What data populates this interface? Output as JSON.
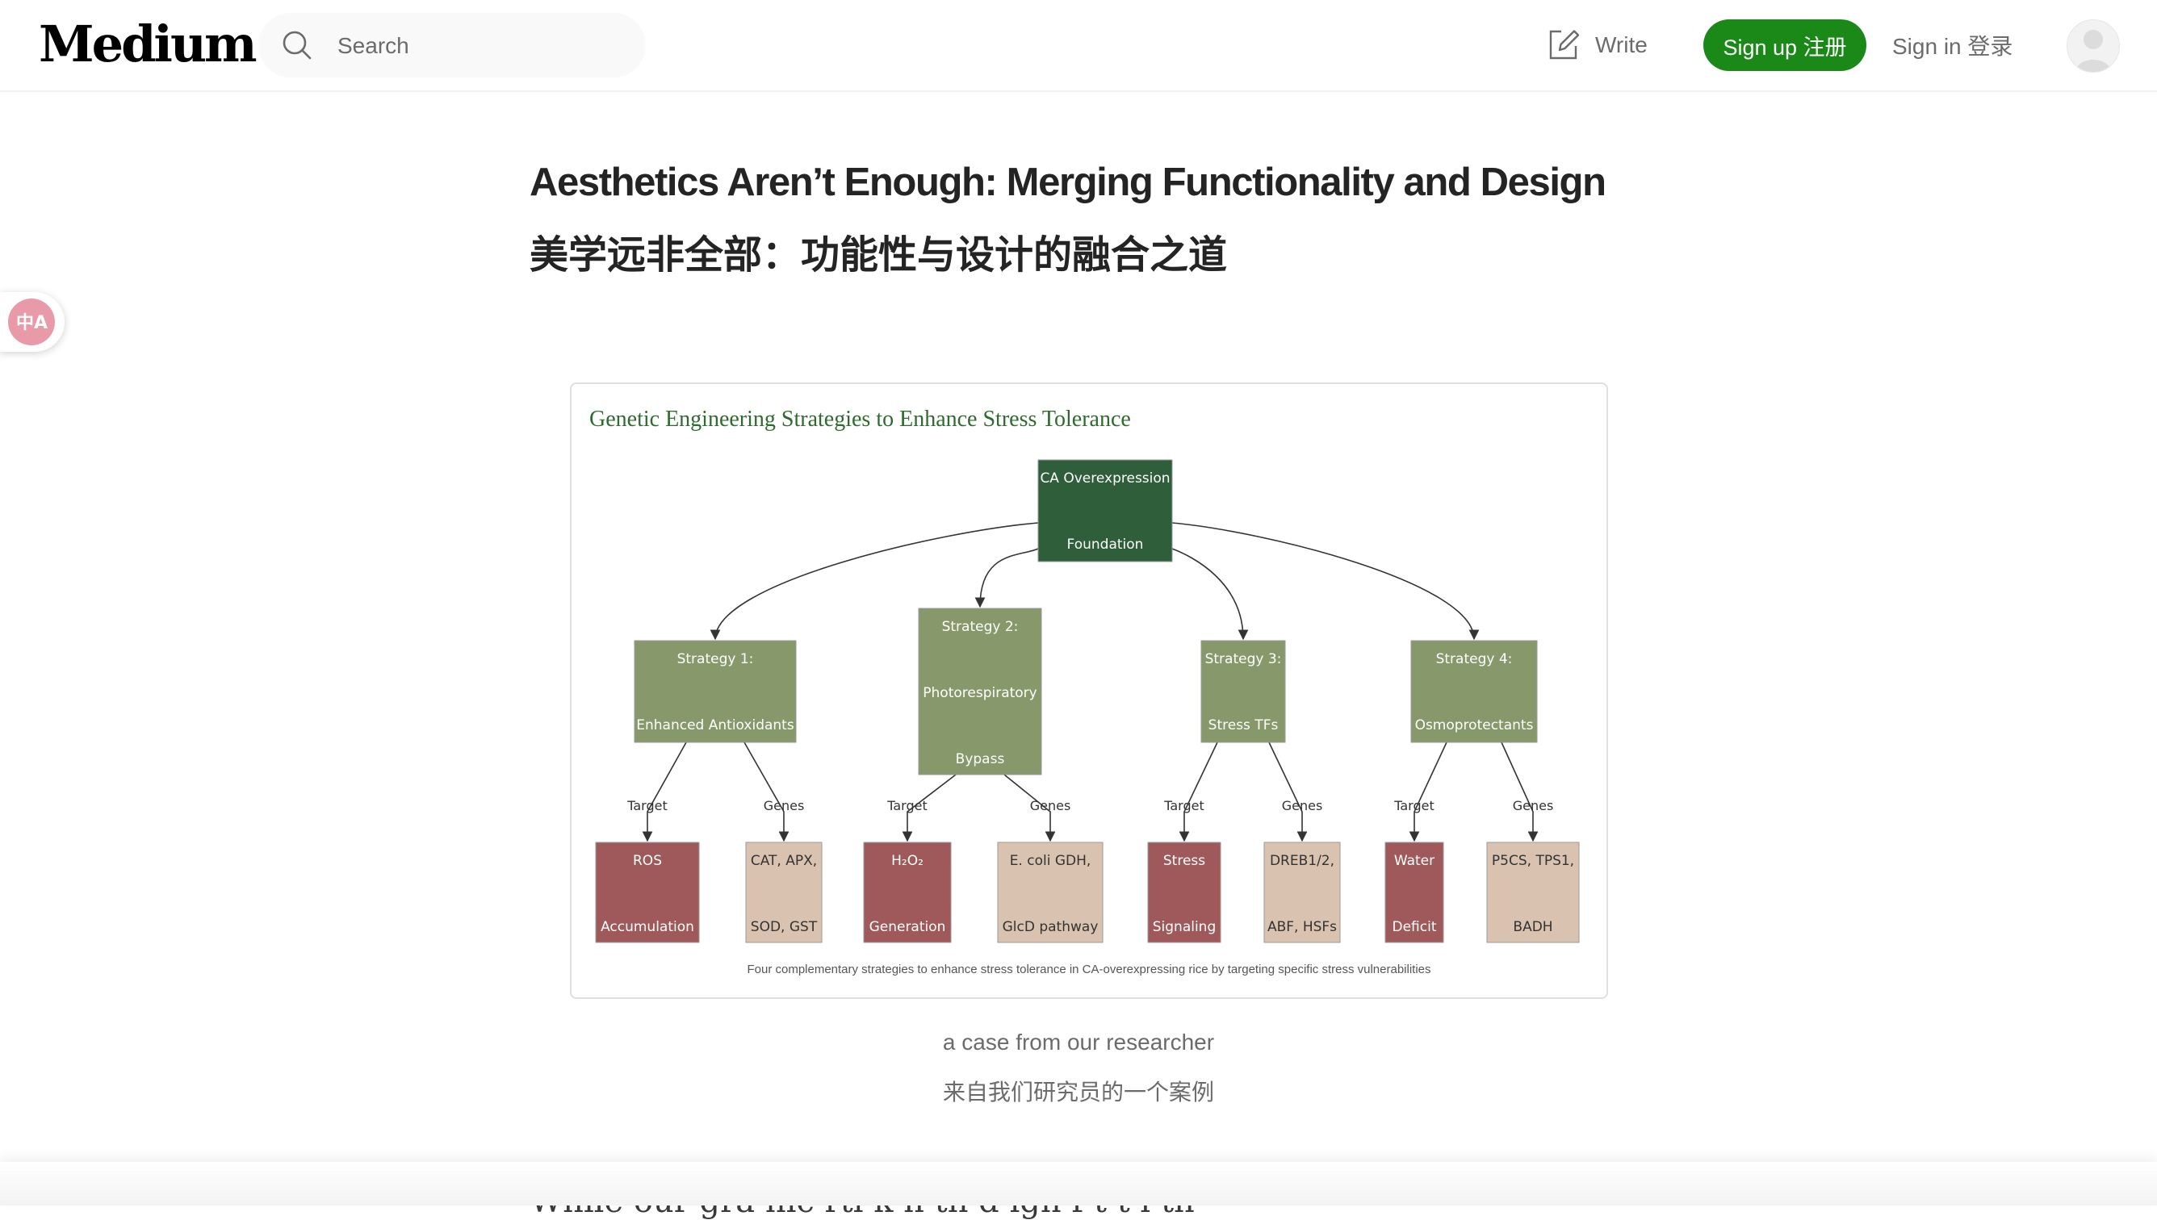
{
  "header": {
    "logo": "Medium",
    "search_placeholder": "Search",
    "write_label": "Write",
    "signup_label": "Sign up  注册",
    "signin_label": "Sign in  登录"
  },
  "translate_badge": {
    "glyph": "中A"
  },
  "article": {
    "title": "Aesthetics Aren’t Enough: Merging Functionality and Design",
    "subtitle": "美学远非全部：功能性与设计的融合之道",
    "caption_en": "a case from our researcher",
    "caption_zh": "来自我们研究员的一个案例",
    "body_peek": "While our gra  hic  rti  k  n    th  d  ign  f  t         t    l  th"
  },
  "diagram": {
    "title": "Genetic Engineering Strategies to Enhance Stress Tolerance",
    "footer": "Four complementary strategies to enhance stress tolerance in CA-overexpressing rice by targeting specific stress vulnerabilities",
    "colors": {
      "root": "#2e5e3a",
      "strategy": "#87996a",
      "target": "#a0595a",
      "genes": "#d9c3b0",
      "title": "#2e6b2e"
    },
    "root": {
      "line1": "CA Overexpression",
      "line2": "Foundation"
    },
    "strategies": [
      {
        "line1": "Strategy 1:",
        "line2": "Enhanced Antioxidants",
        "line3": ""
      },
      {
        "line1": "Strategy 2:",
        "line2": "Photorespiratory",
        "line3": "Bypass"
      },
      {
        "line1": "Strategy 3:",
        "line2": "Stress TFs",
        "line3": ""
      },
      {
        "line1": "Strategy 4:",
        "line2": "Osmoprotectants",
        "line3": ""
      }
    ],
    "edge_labels": {
      "target": "Target",
      "genes": "Genes"
    },
    "leaves": [
      {
        "kind": "target",
        "line1": "ROS",
        "line2": "Accumulation"
      },
      {
        "kind": "genes",
        "line1": "CAT, APX,",
        "line2": "SOD, GST"
      },
      {
        "kind": "target",
        "line1": "H₂O₂",
        "line2": "Generation"
      },
      {
        "kind": "genes",
        "line1": "E. coli GDH,",
        "line2": "GlcD pathway"
      },
      {
        "kind": "target",
        "line1": "Stress",
        "line2": "Signaling"
      },
      {
        "kind": "genes",
        "line1": "DREB1/2,",
        "line2": "ABF, HSFs"
      },
      {
        "kind": "target",
        "line1": "Water",
        "line2": "Deficit"
      },
      {
        "kind": "genes",
        "line1": "P5CS, TPS1,",
        "line2": "BADH"
      }
    ]
  }
}
